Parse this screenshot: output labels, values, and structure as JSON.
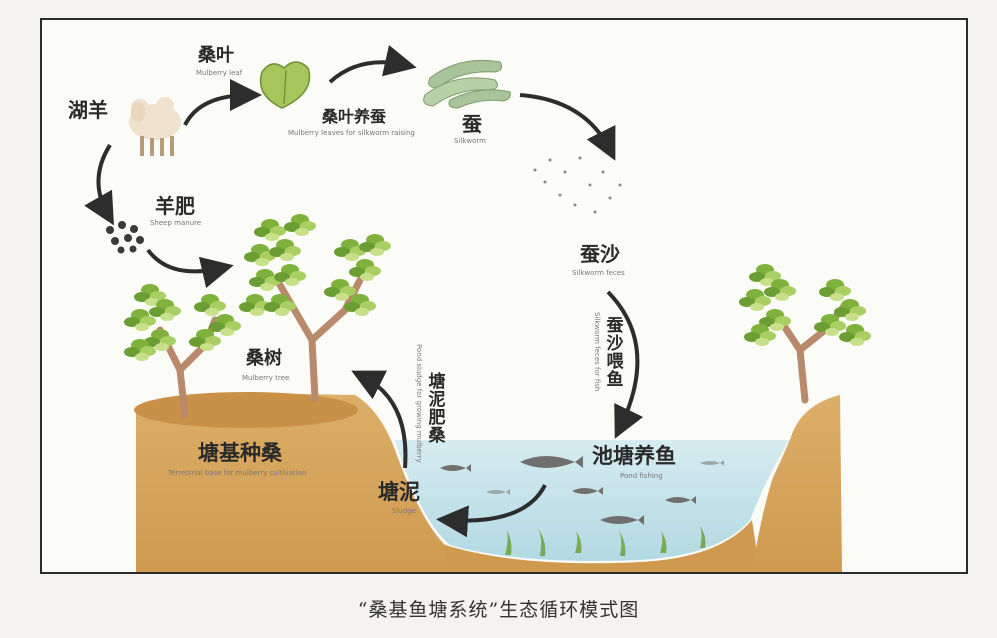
{
  "nodes": {
    "sheep": {
      "label": "湖羊",
      "sub": ""
    },
    "mulberry_leaf": {
      "label": "桑叶",
      "sub": "Mulberry leaf"
    },
    "leaves_for_silkworm": {
      "label": "桑叶养蚕",
      "sub": "Mulberry leaves for silkworm raising"
    },
    "silkworm": {
      "label": "蚕",
      "sub": "Silkworm"
    },
    "sheep_manure": {
      "label": "羊肥",
      "sub": "Sheep manure"
    },
    "silkworm_feces": {
      "label": "蚕沙",
      "sub": "Silkworm feces"
    },
    "feces_for_fish": {
      "label": "蚕沙喂鱼",
      "sub": "Silkworm feces for fish"
    },
    "mulberry_tree": {
      "label": "桑树",
      "sub": "Mulberry tree"
    },
    "pond_sludge_for_mulberry": {
      "label": "塘泥肥桑",
      "sub": "Pond sludge for growing mulberry"
    },
    "terrestrial_base": {
      "label": "塘基种桑",
      "sub": "Terrestrial base for mulberry cultivation"
    },
    "pond_fishing": {
      "label": "池塘养鱼",
      "sub": "Pond fishing"
    },
    "sludge": {
      "label": "塘泥",
      "sub": "Sludge"
    }
  },
  "caption": "“桑基鱼塘系统”生态循环模式图",
  "colors": {
    "soil": "#d7a45a",
    "water": "#c3e3ea",
    "leaf": "#8fbf45",
    "arrow": "#2d2d2d"
  }
}
